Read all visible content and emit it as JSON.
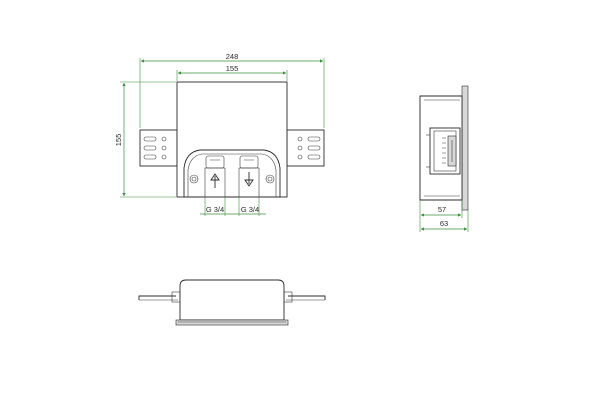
{
  "colors": {
    "dimension_line": "#3c8f3c",
    "outline": "#2b2b2b",
    "background": "#ffffff"
  },
  "front_view": {
    "overall_width": "248",
    "box_width": "155",
    "box_height": "155",
    "left_connection": "G 3/4",
    "right_connection": "G 3/4",
    "left_flow_symbol": "up-arrow-icon",
    "right_flow_symbol": "down-arrow-icon"
  },
  "side_view": {
    "inner_depth": "57",
    "overall_depth": "63"
  }
}
